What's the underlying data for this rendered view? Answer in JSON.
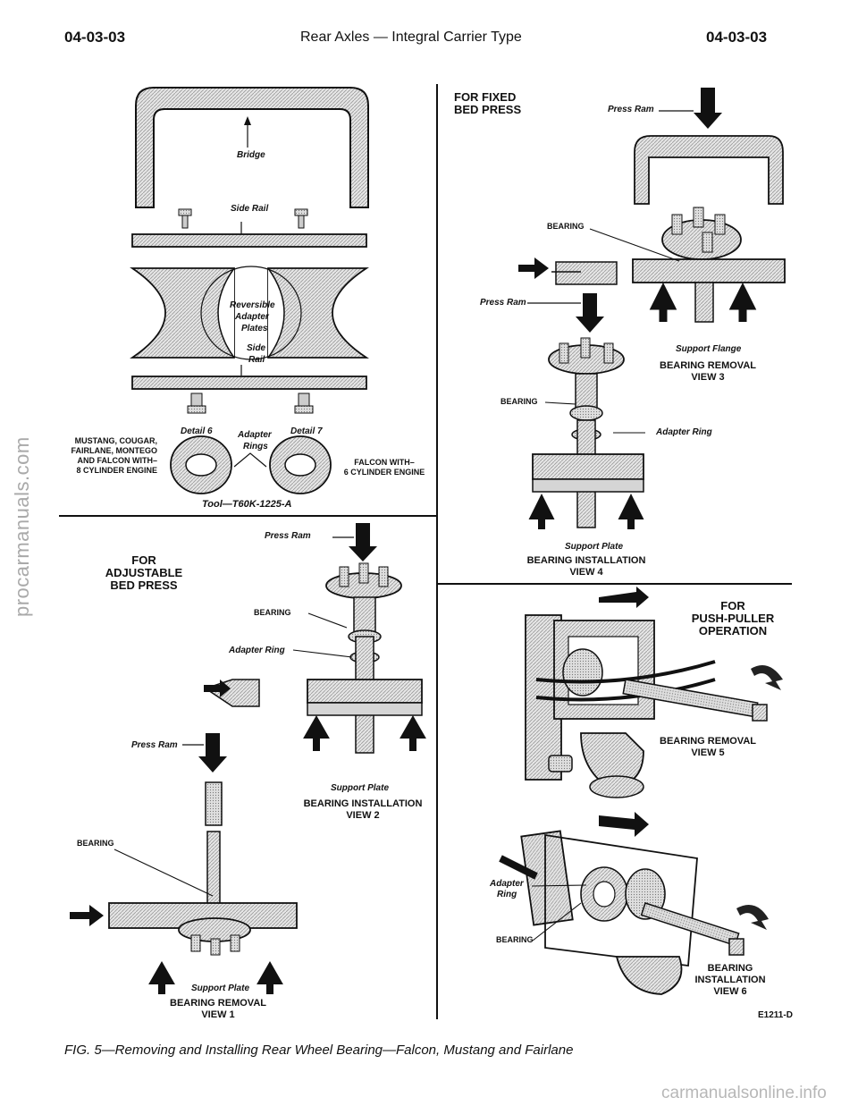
{
  "header": {
    "left_code": "04-03-03",
    "title": "Rear Axles — Integral Carrier Type",
    "right_code": "04-03-03"
  },
  "tool_panel": {
    "bridge": "Bridge",
    "side_rail_top": "Side Rail",
    "reversible_1": "Reversible",
    "reversible_2": "Adapter",
    "reversible_3": "Plates",
    "side_rail_mid_1": "Side",
    "side_rail_mid_2": "Rail",
    "detail_6": "Detail 6",
    "detail_7": "Detail 7",
    "adapter_rings_1": "Adapter",
    "adapter_rings_2": "Rings",
    "left_note": [
      "MUSTANG, COUGAR,",
      "FAIRLANE, MONTEGO",
      "AND FALCON WITH–",
      "8 CYLINDER ENGINE"
    ],
    "right_note": [
      "FALCON WITH–",
      "6 CYLINDER ENGINE"
    ],
    "tool_number": "Tool—T60K-1225-A"
  },
  "adjustable": {
    "heading": [
      "FOR",
      "ADJUSTABLE",
      "BED PRESS"
    ],
    "press_ram_top": "Press Ram",
    "bearing_top": "BEARING",
    "adapter_ring": "Adapter Ring",
    "support_plate_v2": "Support Plate",
    "view2_caption": [
      "BEARING INSTALLATION",
      "VIEW 2"
    ],
    "press_ram_low": "Press Ram",
    "bearing_low": "BEARING",
    "support_plate_v1": "Support Plate",
    "view1_caption": [
      "BEARING REMOVAL",
      "VIEW 1"
    ]
  },
  "fixed": {
    "heading": [
      "FOR FIXED",
      "BED PRESS"
    ],
    "press_ram_top": "Press Ram",
    "bearing_top": "BEARING",
    "press_ram_mid": "Press Ram",
    "support_flange": "Support Flange",
    "view3_caption": [
      "BEARING REMOVAL",
      "VIEW 3"
    ],
    "bearing_mid": "BEARING",
    "adapter_ring": "Adapter Ring",
    "support_plate": "Support Plate",
    "view4_caption": [
      "BEARING INSTALLATION",
      "VIEW 4"
    ]
  },
  "push_puller": {
    "heading": [
      "FOR",
      "PUSH-PULLER",
      "OPERATION"
    ],
    "view5_caption": [
      "BEARING REMOVAL",
      "VIEW 5"
    ],
    "adapter_ring": [
      "Adapter",
      "Ring"
    ],
    "bearing": "BEARING",
    "view6_caption": [
      "BEARING",
      "INSTALLATION",
      "VIEW 6"
    ],
    "code": "E1211-D"
  },
  "figure_caption": "FIG. 5—Removing and Installing Rear Wheel Bearing—Falcon, Mustang and Fairlane",
  "watermarks": {
    "side": "procarmanuals.com",
    "bottom": "carmanualsonline.info"
  }
}
